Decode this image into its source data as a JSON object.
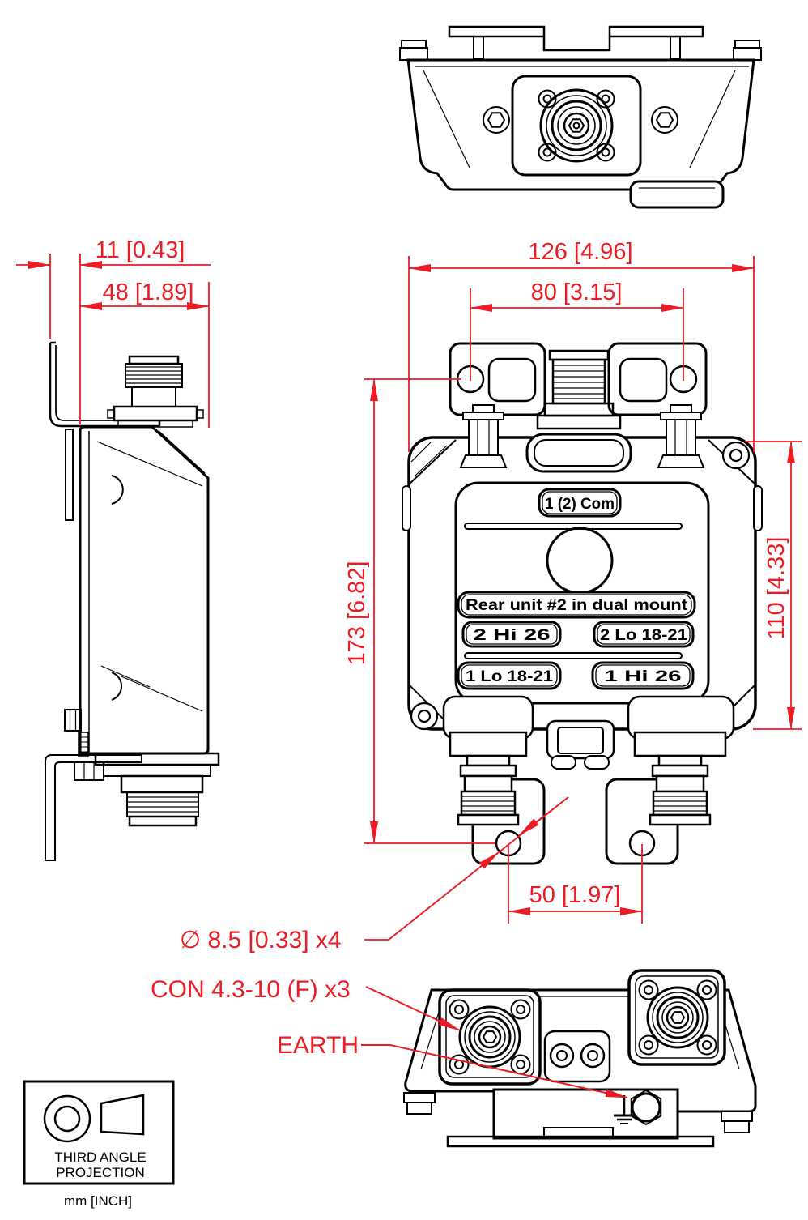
{
  "colors": {
    "dimension_red": "#ED1C24",
    "line_black": "#000000"
  },
  "dimensions": {
    "side_bracket_offset": "11 [0.43]",
    "side_depth": "48 [1.89]",
    "front_overall_width": "126 [4.96]",
    "front_top_hole_spacing": "80 [3.15]",
    "front_overall_height": "173 [6.82]",
    "front_body_height": "110 [4.33]",
    "front_bottom_hole_spacing": "50 [1.97]",
    "mounting_hole_diameter": "∅ 8.5 [0.33] x4"
  },
  "annotations": {
    "connector_type": "CON 4.3-10 (F) x3",
    "earth": "EARTH"
  },
  "product_labels": {
    "common_port": "1 (2) Com",
    "unit_description": "Rear unit #2 in dual mount",
    "port_2_hi": "2 Hi 26",
    "port_2_lo": "2 Lo 18-21",
    "port_1_lo": "1 Lo 18-21",
    "port_1_hi": "1 Hi 26"
  },
  "title_block": {
    "projection_line1": "THIRD ANGLE",
    "projection_line2": "PROJECTION",
    "units": "mm [INCH]"
  }
}
